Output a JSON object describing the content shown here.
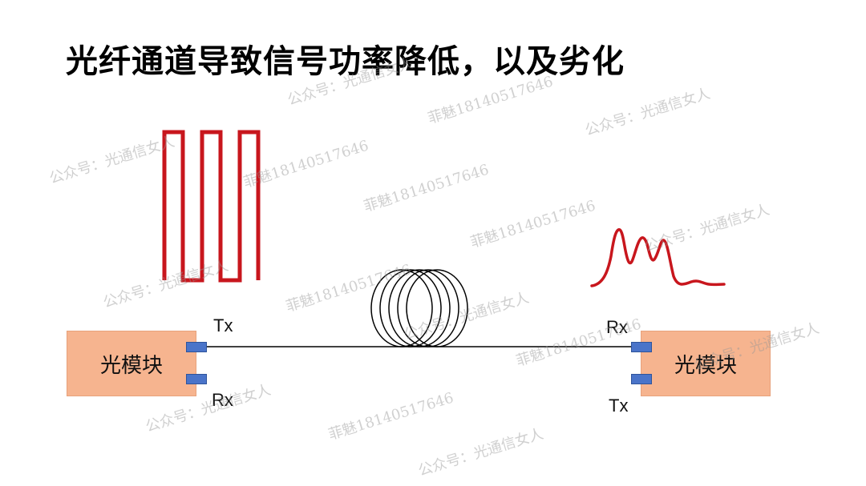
{
  "slide": {
    "title": "光纤通道导致信号功率降低，以及劣化"
  },
  "modules": {
    "left": {
      "label": "光模块",
      "tx": "Tx",
      "rx": "Rx"
    },
    "right": {
      "label": "光模块",
      "tx": "Tx",
      "rx": "Rx"
    }
  },
  "colors": {
    "signal": "#c8161d",
    "module_fill": "#f6b48f",
    "port": "#4a74c9",
    "fiber": "#000000"
  },
  "watermarks": [
    "公众号：光通信女人",
    "菲魅18140517646",
    "公众号：光通信女人",
    "菲魅18140517646",
    "公众号：光通信女人",
    "菲魅18140517646",
    "公众号：光通信女人",
    "菲魅18140517646",
    "公众号：光通信女人",
    "菲魅18140517646",
    "公众号：光通信女人",
    "菲魅18140517646",
    "公众号：光通信女人",
    "菲魅18140517646",
    "公众号：光通信女人"
  ]
}
